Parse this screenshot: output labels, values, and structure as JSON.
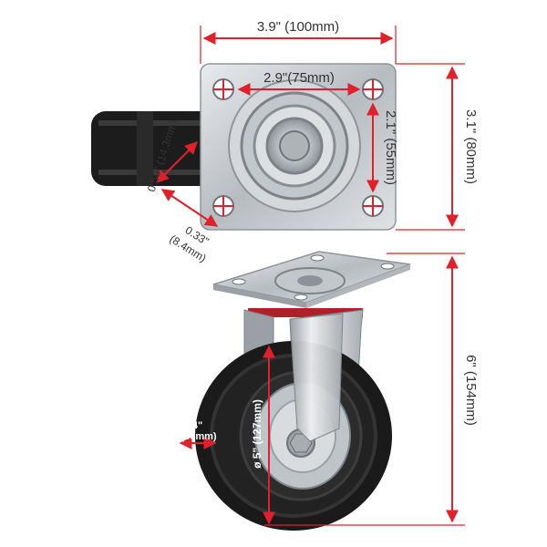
{
  "dimensions": {
    "top_width": "3.9\" (100mm)",
    "hole_spacing_horizontal": "2.9\"(75mm)",
    "hole_spacing_vertical": "2.1\" (55mm)",
    "plate_depth": "3.1\" (80mm)",
    "hole_diameter": "0.56\" (14.3mm)",
    "hole_offset_line1": "0.33\"",
    "hole_offset_line2": "(8.4mm)",
    "overall_height": "6\" (154mm)",
    "wheel_width_line1": "1.4\"",
    "wheel_width_line2": "(36mm)",
    "wheel_diameter": "ø 5\" (127mm)"
  },
  "colors": {
    "dimension_line": "#e0202a",
    "tire": "#1c1c1c",
    "steel": "#c9cdd1",
    "text": "#333333"
  }
}
